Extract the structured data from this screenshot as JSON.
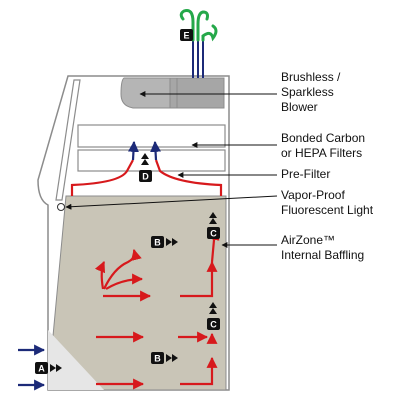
{
  "colors": {
    "cabinet_outline": "#8c8c8c",
    "work_area": "#c9c5b7",
    "work_area_light": "#e6e6e6",
    "airflow_red": "#d7191c",
    "airflow_navy": "#1c2a78",
    "clean_air_green": "#25a84a",
    "blower_gray": "#a6a6a6",
    "badge_black": "#111111"
  },
  "labels": [
    {
      "lines": [
        "Brushless /",
        "Sparkless",
        "Blower"
      ]
    },
    {
      "lines": [
        "Bonded Carbon",
        "or HEPA Filters"
      ]
    },
    {
      "lines": [
        "Pre-Filter"
      ]
    },
    {
      "lines": [
        "Vapor-Proof",
        "Fluorescent Light"
      ]
    },
    {
      "lines": [
        "AirZone™",
        "Internal Baffling"
      ]
    }
  ],
  "badges": {
    "a": "A",
    "b_upper": "B",
    "b_lower": "B",
    "c_upper": "C",
    "c_lower": "C",
    "d": "D",
    "e": "E"
  },
  "icons": {
    "arrow_chevrons": "triple-chevron-icon",
    "flow_arrow": "arrow-icon"
  }
}
